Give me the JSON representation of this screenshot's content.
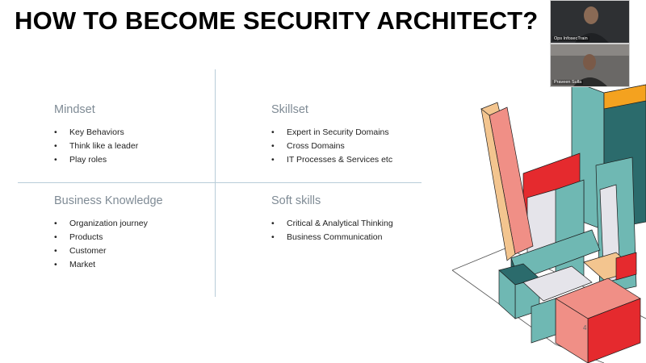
{
  "slide": {
    "title": "HOW TO BECOME SECURITY ARCHITECT?",
    "page_number": "4",
    "quadrants": [
      {
        "heading": "Mindset",
        "items": [
          "Key Behaviors",
          "Think like a leader",
          "Play roles"
        ]
      },
      {
        "heading": "Skillset",
        "items": [
          "Expert in Security Domains",
          "Cross Domains",
          "IT Processes & Services etc"
        ]
      },
      {
        "heading": "Business Knowledge",
        "items": [
          "Organization journey",
          "Products",
          "Customer",
          "Market"
        ]
      },
      {
        "heading": "Soft skills",
        "items": [
          "Critical & Analytical Thinking",
          "Business Communication"
        ]
      }
    ],
    "bullet": "•"
  },
  "participants": [
    {
      "caption": "Ops InfosecTrain"
    },
    {
      "caption": "Praveen Sulla"
    }
  ],
  "colors": {
    "teal": "#6fb8b3",
    "salmon": "#f08f86",
    "red": "#e52a2e",
    "orange": "#f4a21f",
    "peach": "#f3c58f",
    "grey": "#e5e4ea",
    "dark_teal": "#2b6b6c"
  }
}
